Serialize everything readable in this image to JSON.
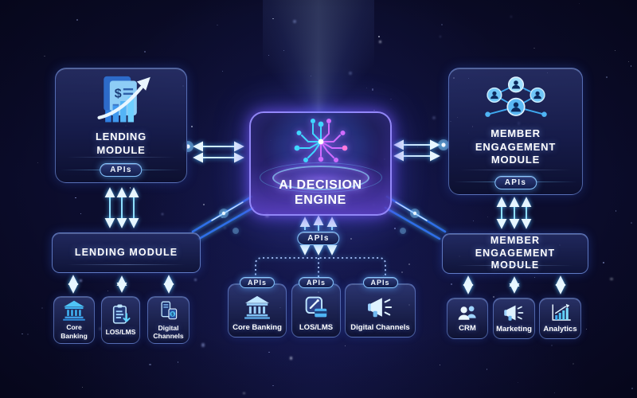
{
  "modules": {
    "lending_top": {
      "title": "LENDING MODULE",
      "api_label": "APIs",
      "icon": "lending-growth-icon"
    },
    "engine": {
      "title": "AI DECISION ENGINE",
      "api_label": "APIs",
      "icon": "ai-neural-circuit-icon"
    },
    "member_top": {
      "title": "MEMBER ENGAGEMENT MODULE",
      "api_label": "APIs",
      "icon": "member-network-icon"
    },
    "lending_bar": {
      "title": "LENDING MODULE"
    },
    "member_bar": {
      "title": "MEMBER ENGAGEMENT MODULE"
    }
  },
  "systems": {
    "left": [
      {
        "label": "Core Banking",
        "icon": "bank-icon"
      },
      {
        "label": "LOS/LMS",
        "icon": "clipboard-arrow-icon"
      },
      {
        "label": "Digital Channels",
        "icon": "mobile-devices-icon"
      }
    ],
    "center": [
      {
        "label": "Core Banking",
        "api_label": "APIs",
        "icon": "bank-icon"
      },
      {
        "label": "LOS/LMS",
        "api_label": "APIs",
        "icon": "card-edit-icon"
      },
      {
        "label": "Digital Channels",
        "api_label": "APIs",
        "icon": "megaphone-icon"
      }
    ],
    "right": [
      {
        "label": "CRM",
        "icon": "people-icon"
      },
      {
        "label": "Marketing",
        "icon": "megaphone-icon"
      },
      {
        "label": "Analytics",
        "icon": "bar-chart-icon"
      }
    ]
  },
  "colors": {
    "background": "#0a0b26",
    "accent_cyan": "#4fd2ff",
    "accent_purple": "#9b6bff",
    "box_border": "#84a8ff",
    "arrow": "#bfe9ff",
    "pill_border": "#86c5ff"
  }
}
